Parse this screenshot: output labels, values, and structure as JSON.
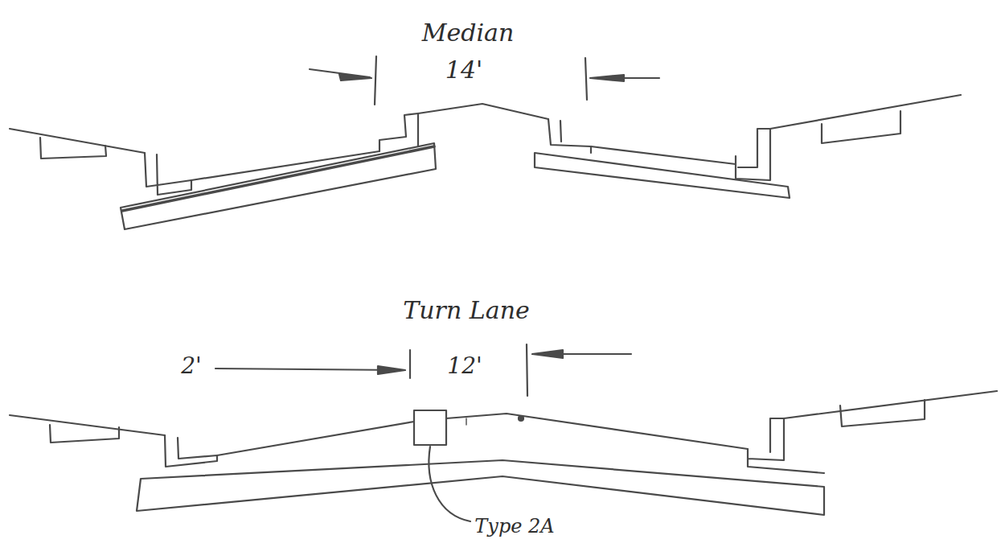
{
  "diagram": {
    "labels": [
      "Median",
      "14'",
      "Turn Lane",
      "2'",
      "12'",
      "Type 2A"
    ]
  }
}
